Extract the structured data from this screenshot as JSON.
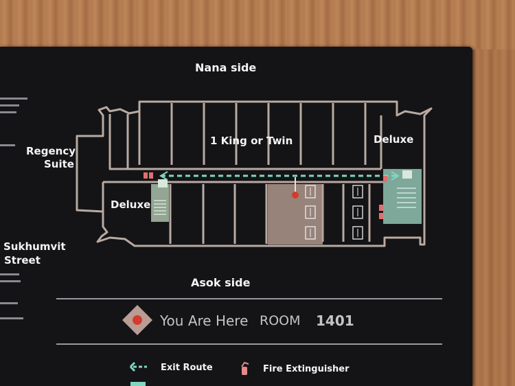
{
  "map": {
    "top_label": "Nana side",
    "bottom_label": "Asok side",
    "left_label_1": "Regency",
    "left_label_2": "Suite",
    "street_1": "Sukhumvit",
    "street_2": "Street",
    "rooms_main": "1 King or  Twin",
    "room_right": "Deluxe",
    "room_left": "Deluxe"
  },
  "here": {
    "label": "You Are Here",
    "room_label": "ROOM",
    "room_number": "1401"
  },
  "legend": {
    "exit_label": "Exit Route",
    "fire_label": "Fire Extinguisher"
  },
  "colors": {
    "board": "#141416",
    "walls": "#b9aaa2",
    "exit_route": "#7fd7c0",
    "here_marker": "#d33b2c",
    "core": "#b89f92"
  }
}
